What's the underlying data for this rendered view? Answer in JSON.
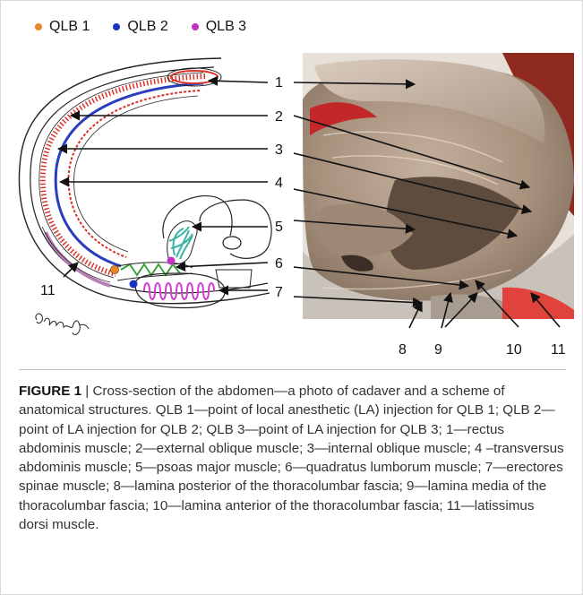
{
  "legend": [
    {
      "label": "QLB 1",
      "color": "#e8882a"
    },
    {
      "label": "QLB 2",
      "color": "#1a33c2"
    },
    {
      "label": "QLB 3",
      "color": "#c431c4"
    }
  ],
  "callouts": [
    "1",
    "2",
    "3",
    "4",
    "5",
    "6",
    "7",
    "8",
    "9",
    "10",
    "11"
  ],
  "signature": "Szyfrowa",
  "caption": {
    "label": "FIGURE 1",
    "separator": " | ",
    "text": "Cross-section of the abdomen—a photo of cadaver and a scheme of anatomical structures. QLB 1—point of local anesthetic (LA) injection for QLB 1; QLB 2—point of LA injection for QLB 2; QLB 3—point of LA injection for QLB 3; 1—rectus abdominis muscle; 2—external oblique muscle; 3—internal oblique muscle; 4 –transversus abdominis muscle; 5—psoas major muscle; 6—quadratus lumborum muscle; 7—erectores spinae muscle; 8—lamina posterior of the thoracolumbar fascia; 9—lamina media of the thoracolumbar fascia; 10—lamina anterior of the thoracolumbar fascia; 11—latissimus dorsi muscle."
  },
  "colors": {
    "red_muscle": "#d9332b",
    "blue_muscle": "#2a3fbf",
    "green_muscle": "#3aa13a",
    "teal_muscle": "#3cb3a7",
    "magenta_muscle": "#d23fd0",
    "photo_bg": "#ece5de",
    "photo_tissue": "#b5a290"
  }
}
